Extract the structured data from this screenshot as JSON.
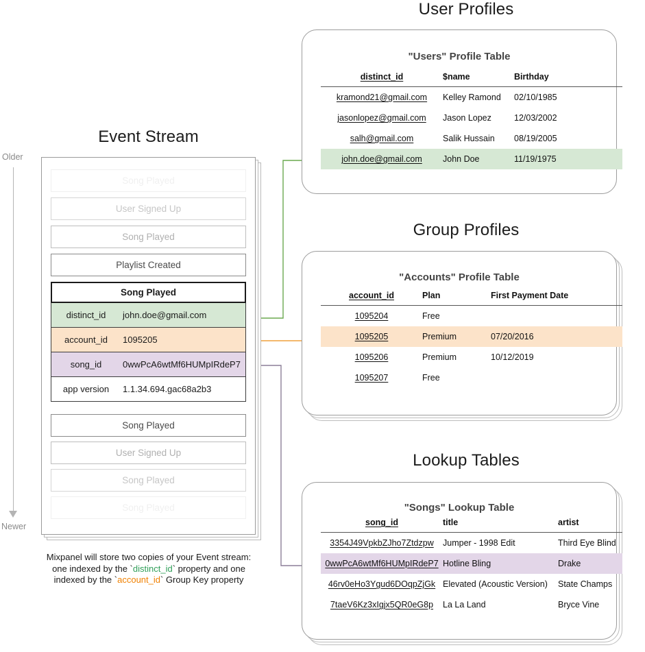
{
  "colors": {
    "green": "#d6e8d4",
    "green_line": "#6aa84f",
    "orange": "#fce3c9",
    "orange_line": "#e8a33d",
    "purple": "#e3d6e8",
    "purple_line": "#9b8aa6",
    "card_border": "#9c9c9c"
  },
  "timeline": {
    "older_label": "Older",
    "newer_label": "Newer"
  },
  "event_stream": {
    "title": "Event Stream",
    "events_above": [
      {
        "label": "Song Played",
        "fade": "ev-fade1"
      },
      {
        "label": "User Signed Up",
        "fade": "ev-fade2"
      },
      {
        "label": "Song Played",
        "fade": "ev-fade3"
      },
      {
        "label": "Playlist Created",
        "fade": "ev-solid"
      }
    ],
    "expanded": {
      "name": "Song Played",
      "properties": [
        {
          "key": "distinct_id",
          "value": "john.doe@gmail.com",
          "highlight": "green"
        },
        {
          "key": "account_id",
          "value": "1095205",
          "highlight": "orange"
        },
        {
          "key": "song_id",
          "value": "0wwPcA6wtMf6HUMpIRdeP7",
          "highlight": "purple"
        },
        {
          "key": "app version",
          "value": "1.1.34.694.gac68a2b3",
          "highlight": "none"
        }
      ]
    },
    "events_below": [
      {
        "label": "Song Played",
        "fade": "ev-solid"
      },
      {
        "label": "User Signed Up",
        "fade": "ev-fade3"
      },
      {
        "label": "Song Played",
        "fade": "ev-fade2"
      },
      {
        "label": "Song Played",
        "fade": "ev-fade1"
      }
    ]
  },
  "caption": {
    "line1": "Mixpanel will store two copies of your Event stream:",
    "line2_pre": "one indexed by the `",
    "line2_key": "distinct_id",
    "line2_post": "` property and one",
    "line3_pre": "indexed by the `",
    "line3_key": "account_id",
    "line3_post": "` Group Key property"
  },
  "user_profiles": {
    "title": "User Profiles",
    "table_title": "\"Users\" Profile Table",
    "columns": [
      "distinct_id",
      "$name",
      "Birthday"
    ],
    "rows": [
      {
        "cells": [
          "kramond21@gmail.com",
          "Kelley Ramond",
          "02/10/1985"
        ],
        "highlight": "none"
      },
      {
        "cells": [
          "jasonlopez@gmail.com",
          "Jason Lopez",
          "12/03/2002"
        ],
        "highlight": "none"
      },
      {
        "cells": [
          "salh@gmail.com",
          "Salik Hussain",
          "08/19/2005"
        ],
        "highlight": "none"
      },
      {
        "cells": [
          "john.doe@gmail.com",
          "John Doe",
          "11/19/1975"
        ],
        "highlight": "green"
      }
    ]
  },
  "group_profiles": {
    "title": "Group Profiles",
    "table_title": "\"Accounts\" Profile Table",
    "columns": [
      "account_id",
      "Plan",
      "First Payment Date"
    ],
    "rows": [
      {
        "cells": [
          "1095204",
          "Free",
          ""
        ],
        "highlight": "none"
      },
      {
        "cells": [
          "1095205",
          "Premium",
          "07/20/2016"
        ],
        "highlight": "orange"
      },
      {
        "cells": [
          "1095206",
          "Premium",
          "10/12/2019"
        ],
        "highlight": "none"
      },
      {
        "cells": [
          "1095207",
          "Free",
          ""
        ],
        "highlight": "none"
      }
    ]
  },
  "lookup_tables": {
    "title": "Lookup Tables",
    "table_title": "\"Songs\" Lookup Table",
    "columns": [
      "song_id",
      "title",
      "artist"
    ],
    "rows": [
      {
        "cells": [
          "3354J49VpkbZJho7Ztdzpw",
          "Jumper - 1998 Edit",
          "Third Eye Blind"
        ],
        "highlight": "none"
      },
      {
        "cells": [
          "0wwPcA6wtMf6HUMpIRdeP7",
          "Hotline Bling",
          "Drake"
        ],
        "highlight": "purple"
      },
      {
        "cells": [
          "46rv0eHo3Ygud6DOqpZjGk",
          "Elevated (Acoustic Version)",
          "State Champs"
        ],
        "highlight": "none"
      },
      {
        "cells": [
          "7taeV6Kz3xIgjx5QR0eG8p",
          "La La Land",
          "Bryce Vine"
        ],
        "highlight": "none"
      }
    ]
  }
}
